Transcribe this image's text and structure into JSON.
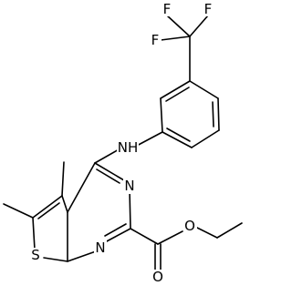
{
  "molecule": {
    "atoms": {
      "F_top_left": "F",
      "F_top_right": "F",
      "F_left": "F",
      "NH": "NH",
      "N_ring_upper": "N",
      "N_ring_lower": "N",
      "S": "S",
      "O_ether": "O",
      "O_carbonyl": "O"
    },
    "colors": {
      "bond": "#000000",
      "label": "#000000",
      "background": "#ffffff"
    }
  }
}
